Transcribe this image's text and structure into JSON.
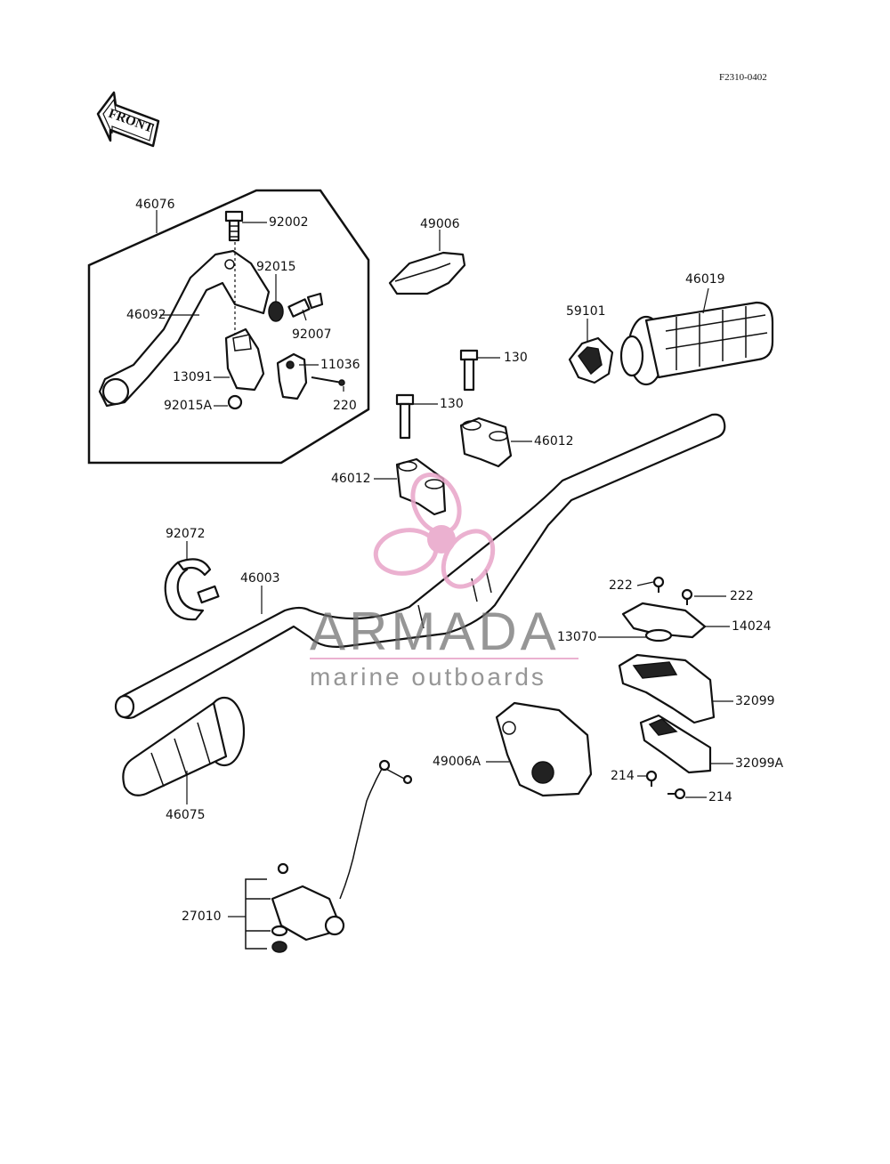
{
  "diagram_code": "F2310-0402",
  "front_label": "FRONT",
  "watermark": {
    "title": "ARMADA",
    "subtitle": "marine outboards",
    "color": "#e8a4c8"
  },
  "labels": {
    "46076": "46076",
    "92002": "92002",
    "92015": "92015",
    "46092": "46092",
    "92007": "92007",
    "13091": "13091",
    "11036": "11036",
    "92015A": "92015A",
    "220": "220",
    "49006": "49006",
    "130a": "130",
    "130b": "130",
    "46012a": "46012",
    "46012b": "46012",
    "59101": "59101",
    "46019": "46019",
    "92072": "92072",
    "46003": "46003",
    "222a": "222",
    "222b": "222",
    "14024": "14024",
    "13070": "13070",
    "32099": "32099",
    "32099A": "32099A",
    "49006A": "49006A",
    "214a": "214",
    "214b": "214",
    "46075": "46075",
    "27010": "27010"
  }
}
